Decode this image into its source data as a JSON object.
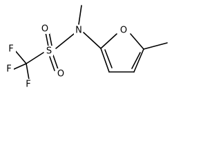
{
  "molecule": {
    "atoms": {
      "f1": "F",
      "f2": "F",
      "f3": "F",
      "s": "S",
      "o1": "O",
      "o2": "O",
      "n": "N",
      "o_ring": "O"
    }
  }
}
